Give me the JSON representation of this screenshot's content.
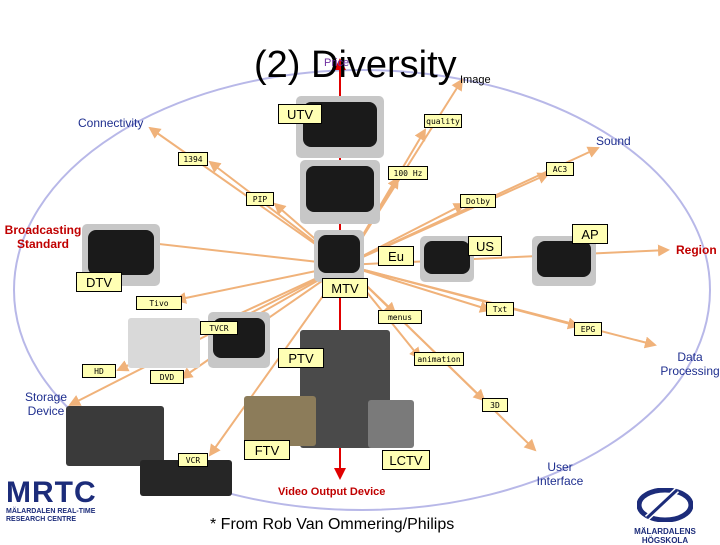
{
  "title": "(2) Diversity",
  "axes": {
    "price": "Price",
    "image": "Image",
    "connectivity": "Connectivity",
    "sound": "Sound",
    "broadcasting_standard": "Broadcasting Standard",
    "region": "Region",
    "storage_device": "Storage Device",
    "data_processing": "Data Processing",
    "video_output_device": "Video Output Device",
    "user_interface": "User Interface"
  },
  "products": {
    "utv": "UTV",
    "dtv": "DTV",
    "mtv": "MTV",
    "ptv": "PTV",
    "ftv": "FTV",
    "lctv": "LCTV",
    "eu": "Eu",
    "us": "US",
    "ap": "AP"
  },
  "features": {
    "quality": "quality",
    "f1394": "1394",
    "hz100": "100 Hz",
    "ac3": "AC3",
    "pip": "PIP",
    "dolby": "Dolby",
    "tivo": "Tivo",
    "txt": "Txt",
    "menus": "menus",
    "tvcr": "TVCR",
    "epg": "EPG",
    "hd": "HD",
    "dvd": "DVD",
    "animation": "animation",
    "d3": "3D",
    "vcr": "VCR"
  },
  "footer": "* From Rob Van Ommering/Philips",
  "logos": {
    "mrtc_big": "MRTC",
    "mrtc_line1": "MÄLARDALEN REAL-TIME",
    "mrtc_line2": "RESEARCH CENTRE",
    "university": "MÄLARDALENS HÖGSKOLA"
  },
  "colors": {
    "arrow": "#f0b27a",
    "box": "#ffffb4",
    "label_blue": "#1f2f8f",
    "label_red": "#c00000"
  }
}
